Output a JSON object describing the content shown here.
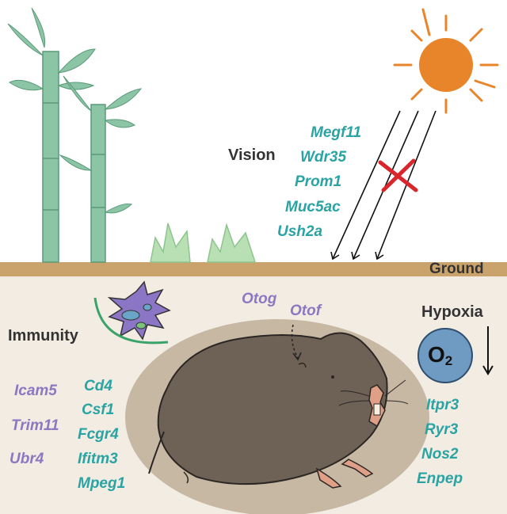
{
  "colors": {
    "teal_gene": "#2aa3a3",
    "purple_gene": "#8b78c0",
    "ground": "#c9a36b",
    "underground": "#f2ece3",
    "sun": "#e8852a",
    "burrow": "#c7b8a3",
    "mole": "#6e6257",
    "cross": "#d9262c",
    "o2_circle": "#6f9ac2",
    "bamboo": "#8cc4a6",
    "arc": "#3aa36a"
  },
  "icons": [
    "bamboo-icon",
    "grass-icon",
    "sun-icon",
    "immune-cell-icon",
    "oxygen-icon",
    "mole-rat-icon",
    "cross-icon"
  ],
  "labels": {
    "vision": "Vision",
    "ground": "Ground",
    "immunity": "Immunity",
    "hypoxia": "Hypoxia",
    "o2": "O",
    "o2_sub": "2"
  },
  "genes": {
    "vision": [
      "Megf11",
      "Wdr35",
      "Prom1",
      "Muc5ac",
      "Ush2a"
    ],
    "immunity_purple": [
      "Icam5",
      "Trim11",
      "Ubr4"
    ],
    "immunity_teal": [
      "Cd4",
      "Csf1",
      "Fcgr4",
      "Ifitm3",
      "Mpeg1"
    ],
    "hearing": [
      "Otog",
      "Otof"
    ],
    "hypoxia": [
      "Itpr3",
      "Ryr3",
      "Nos2",
      "Enpep"
    ]
  }
}
